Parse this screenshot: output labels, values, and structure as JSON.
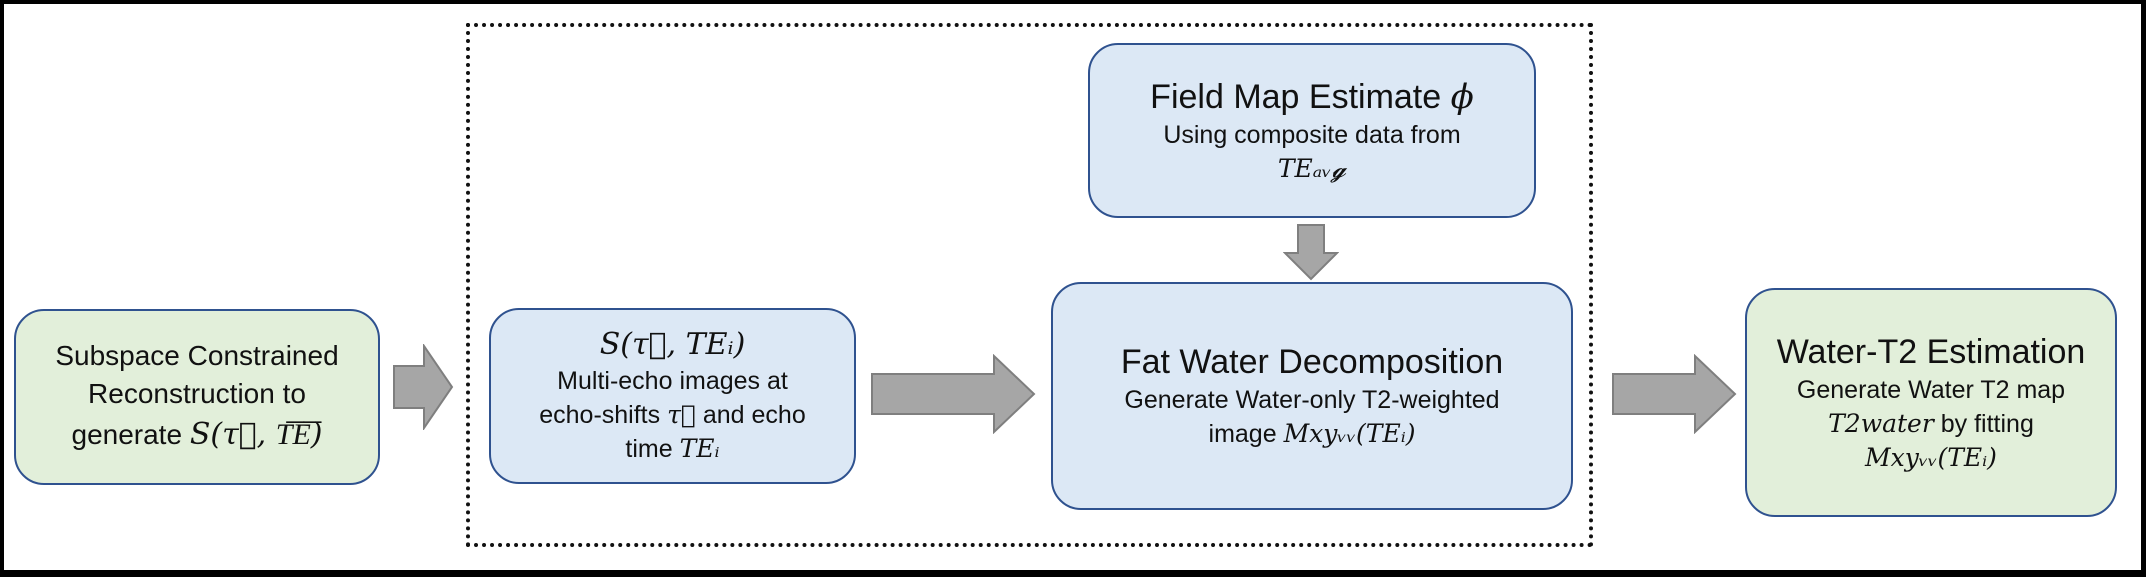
{
  "colors": {
    "green_box": "#e2efda",
    "blue_box": "#dce8f5",
    "box_border": "#2f528f",
    "arrow_fill": "#a6a6a6",
    "arrow_stroke": "#7f7f7f"
  },
  "boxes": {
    "subspace": {
      "line1": "Subspace Constrained",
      "line2": "Reconstruction to",
      "line3_text": "generate ",
      "line3_math": "S(τ⃗, T͞E͞)"
    },
    "multiecho": {
      "title_math": "S(τ⃗, TEᵢ)",
      "line1": "Multi-echo images at",
      "line2_text": "echo-shifts ",
      "line2_math": "τ⃗",
      "line2_text2": " and echo",
      "line3_text": "time ",
      "line3_math": "TEᵢ"
    },
    "fieldmap": {
      "title": "Field Map Estimate ",
      "title_math": "ϕ",
      "line1": "Using composite data from",
      "line2_math": "TEₐᵥ𝓰"
    },
    "fatwater": {
      "title": "Fat Water Decomposition",
      "line1": "Generate Water-only T2-weighted",
      "line2_text": "image ",
      "line2_math": "Mxyᵥᵥ(TEᵢ)"
    },
    "watert2": {
      "title": "Water-T2 Estimation",
      "line1": "Generate Water T2 map",
      "line2_math": "T2water",
      "line2_text": " by fitting",
      "line3_math": "Mxyᵥᵥ(TEᵢ)"
    }
  },
  "icons": [
    "right-arrow-icon",
    "down-arrow-icon"
  ]
}
